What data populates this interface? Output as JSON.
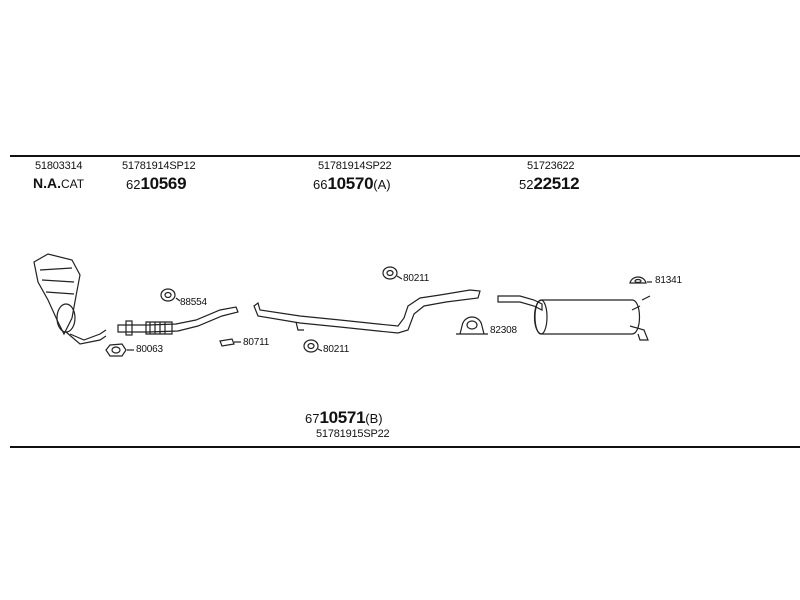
{
  "top_row": [
    {
      "id": "51803314",
      "prefix": "N.A.",
      "suffix": "CAT"
    },
    {
      "id": "51781914SP12",
      "prefix": "62",
      "code": "10569",
      "suffix": ""
    },
    {
      "id": "51781914SP22",
      "prefix": "66",
      "code": "10570",
      "suffix": "(A)"
    },
    {
      "id": "51723622",
      "prefix": "52",
      "code": "22512",
      "suffix": ""
    }
  ],
  "bottom_row": {
    "prefix": "67",
    "code": "10571",
    "suffix": "(B)",
    "id": "51781915SP22"
  },
  "part_labels": {
    "gasket_exhaust": "80063",
    "ring_front": "88554",
    "clamp_small": "80711",
    "ring_mid_top": "80211",
    "ring_mid_bottom": "80211",
    "clamp_u": "82308",
    "hanger_rear": "81341"
  }
}
